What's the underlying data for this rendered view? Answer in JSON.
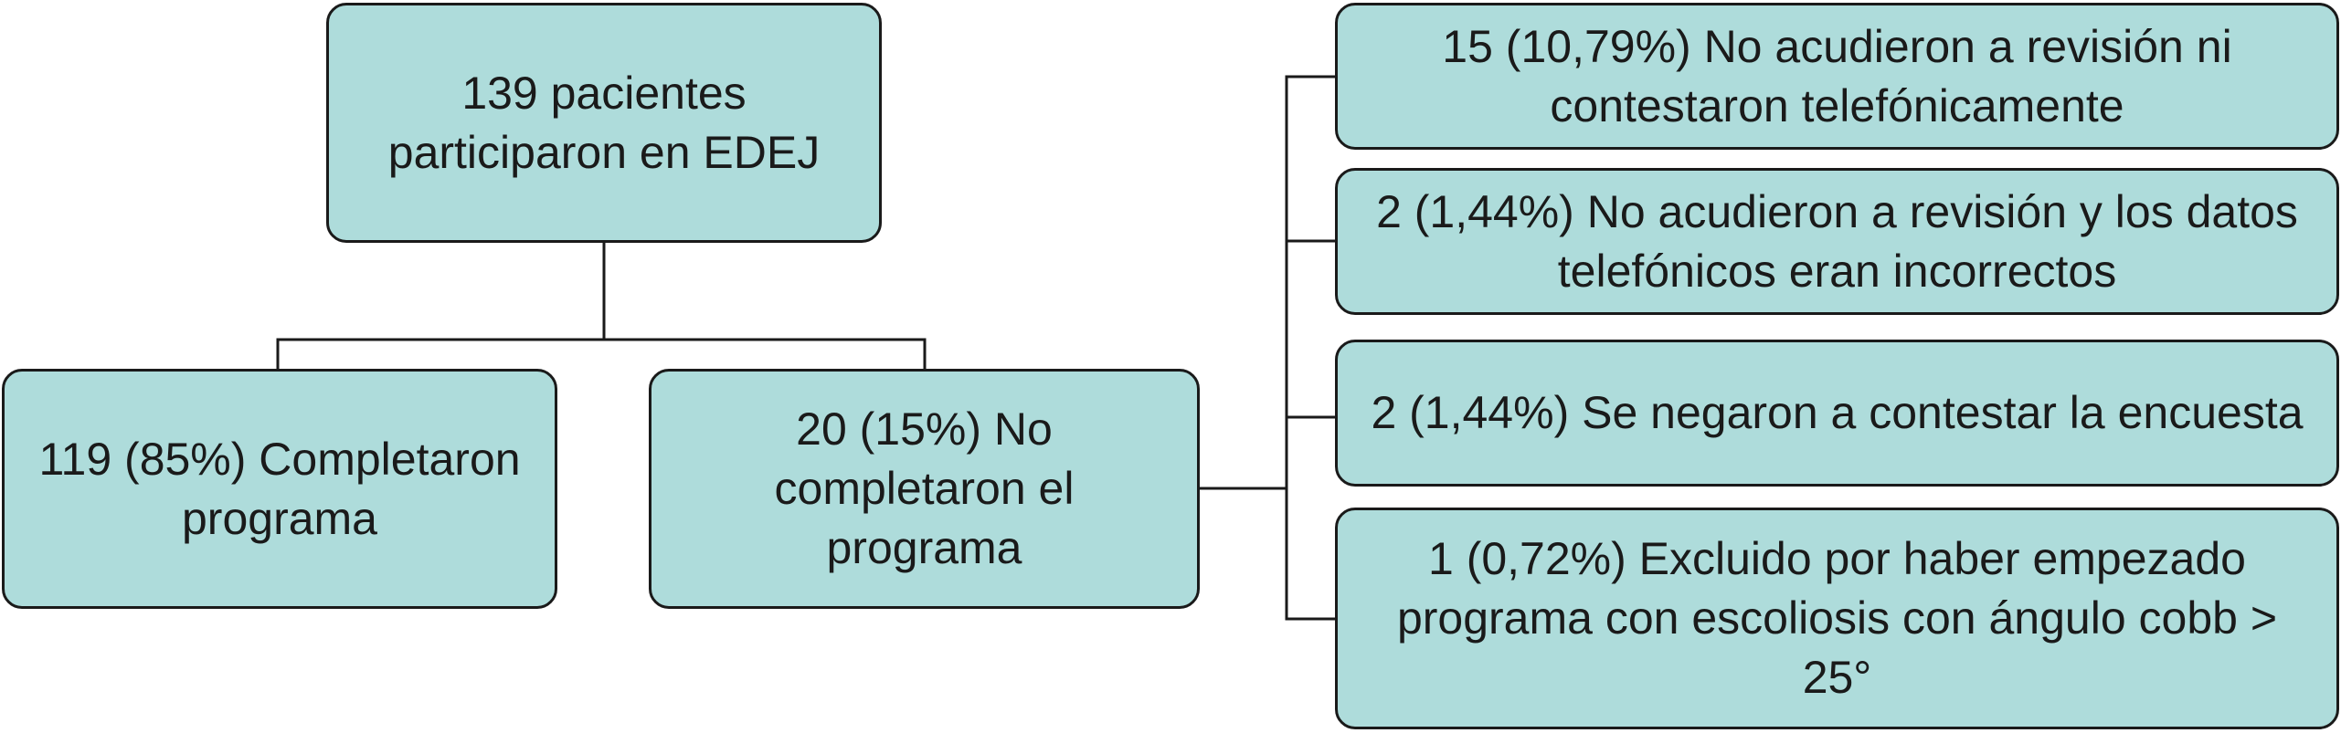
{
  "diagram": {
    "colors": {
      "box_fill": "#aedcdb",
      "box_border": "#1a1a1a",
      "connector": "#1a1a1a"
    },
    "root": {
      "text": "139 pacientes participaron en EDEJ"
    },
    "branches": {
      "completed": {
        "text": "119 (85%) Completaron programa"
      },
      "not_completed": {
        "text": "20 (15%) No completaron el programa"
      }
    },
    "reasons": [
      {
        "text": "15 (10,79%) No acudieron a revisión ni contestaron telefónicamente"
      },
      {
        "text": "2 (1,44%) No acudieron a revisión y los datos telefónicos eran incorrectos"
      },
      {
        "text": "2 (1,44%) Se negaron a contestar la encuesta"
      },
      {
        "text": "1 (0,72%) Excluido por haber empezado programa con escoliosis con ángulo cobb > 25°"
      }
    ]
  }
}
